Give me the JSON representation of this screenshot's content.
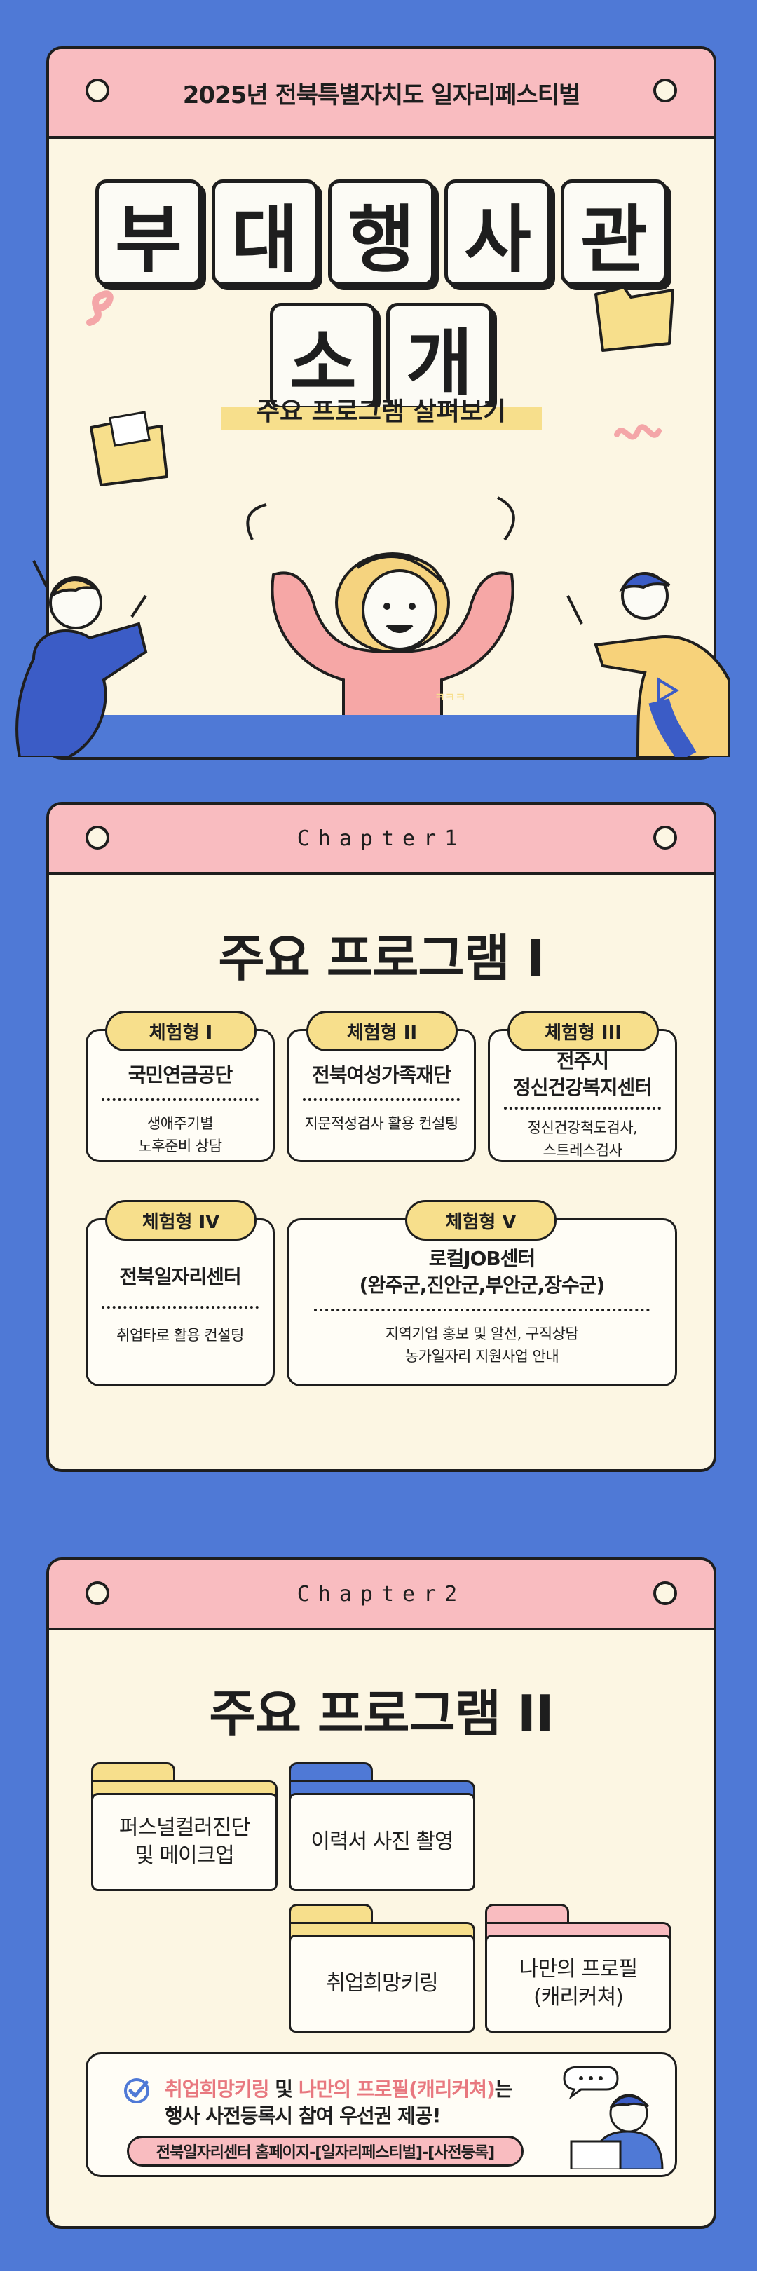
{
  "hero": {
    "header": "2025년 전북특별자치도 일자리페스티벌",
    "title_row1": [
      "부",
      "대",
      "행",
      "사",
      "관"
    ],
    "title_row2": [
      "소",
      "개"
    ],
    "subtitle": "주요 프로그램 살펴보기",
    "shirt_text": "ㅋㅋㅋ"
  },
  "chapter1": {
    "header": "Chapter1",
    "title": "주요 프로그램 I",
    "programs": [
      {
        "tab": "체험형 I",
        "name_lines": [
          "국민연금공단"
        ],
        "desc_lines": [
          "생애주기별",
          "노후준비 상담"
        ]
      },
      {
        "tab": "체험형 II",
        "name_lines": [
          "전북여성가족재단"
        ],
        "desc_lines": [
          "지문적성검사 활용 컨설팅"
        ]
      },
      {
        "tab": "체험형 III",
        "name_lines": [
          "전주시",
          "정신건강복지센터"
        ],
        "desc_lines": [
          "정신건강척도검사,",
          "스트레스검사"
        ]
      },
      {
        "tab": "체험형 IV",
        "name_lines": [
          "전북일자리센터"
        ],
        "desc_lines": [
          "취업타로 활용 컨설팅"
        ]
      },
      {
        "tab": "체험형 V",
        "name_lines": [
          "로컬JOB센터",
          "(완주군,진안군,부안군,장수군)"
        ],
        "desc_lines": [
          "지역기업 홍보 및 알선, 구직상담",
          "농가일자리 지원사업 안내"
        ]
      }
    ]
  },
  "chapter2": {
    "header": "Chapter2",
    "title": "주요 프로그램 II",
    "folders": [
      {
        "label_lines": [
          "퍼스널컬러진단",
          "및 메이크업"
        ],
        "color": "#f7df8c"
      },
      {
        "label_lines": [
          "이력서 사진 촬영"
        ],
        "color": "#4f79d6"
      },
      {
        "label_lines": [
          "취업희망키링"
        ],
        "color": "#f7df8c"
      },
      {
        "label_lines": [
          "나만의 프로필",
          "(캐리커쳐)"
        ],
        "color": "#f9bcc0"
      }
    ],
    "notice": {
      "hl1": "취업희망키링",
      "mid": " 및 ",
      "hl2": "나만의 프로필(캐리커쳐)",
      "tail": "는",
      "line2": "행사 사전등록시 참여 우선권 제공!",
      "pill": "전북일자리센터 홈페이지-[일자리페스티벌]-[사전등록]"
    }
  },
  "colors": {
    "background": "#4f79d6",
    "cream": "#fcf6e3",
    "pink": "#f9bcc0",
    "yellow": "#f7df8c",
    "ink": "#1e1e1e"
  }
}
